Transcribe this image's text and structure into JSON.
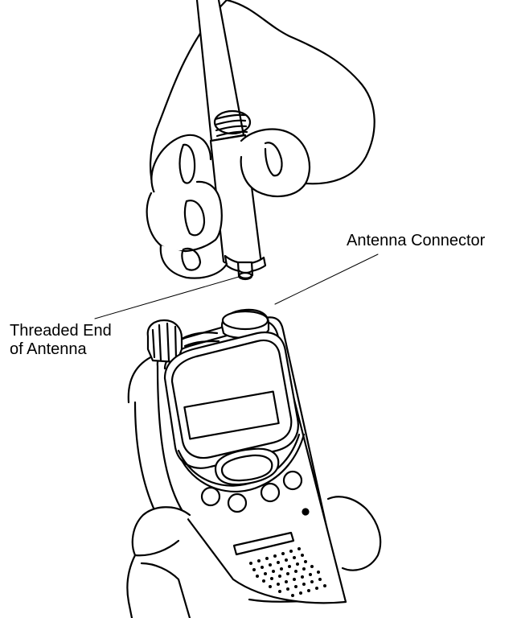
{
  "labels": {
    "antenna_connector": "Antenna Connector",
    "threaded_end_line1": "Threaded End",
    "threaded_end_line2": "of Antenna"
  }
}
